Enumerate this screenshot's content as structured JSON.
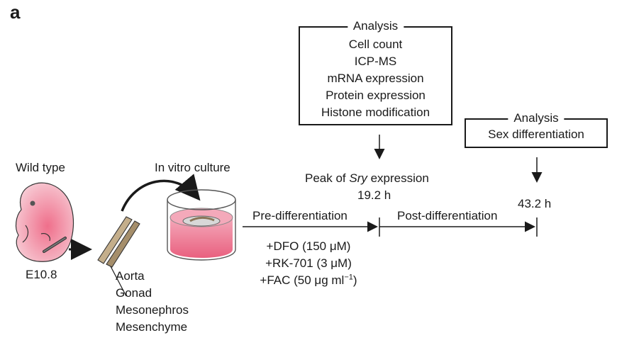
{
  "panel_label": "a",
  "analysis_box_1": {
    "title": "Analysis",
    "items": [
      "Cell count",
      "ICP-MS",
      "mRNA expression",
      "Protein expression",
      "Histone modification"
    ]
  },
  "analysis_box_2": {
    "title": "Analysis",
    "items": [
      "Sex differentiation"
    ]
  },
  "embryo": {
    "label": "Wild type",
    "stage": "E10.8"
  },
  "tissue_labels": [
    "Aorta",
    "Gonad",
    "Mesonephros",
    "Mesenchyme"
  ],
  "culture_label": "In vitro culture",
  "peak": {
    "prefix": "Peak of ",
    "gene": "Sry",
    "suffix": " expression",
    "time": "19.2 h"
  },
  "endpoint_time": "43.2 h",
  "phases": {
    "pre": "Pre-differentiation",
    "post": "Post-differentiation"
  },
  "treatments": {
    "dfo": "+DFO (150 μM)",
    "rk": "+RK-701 (3 μM)",
    "fac_prefix": "+FAC (50 μg ml",
    "fac_sup": "−1",
    "fac_suffix": ")"
  },
  "colors": {
    "embryo_fill": "#f7c9d3",
    "embryo_highlight": "#ef6f8b",
    "culture_medium": "#ec6f8c",
    "tissue_fill": "#b59f7c",
    "line": "#1a1a1a"
  }
}
